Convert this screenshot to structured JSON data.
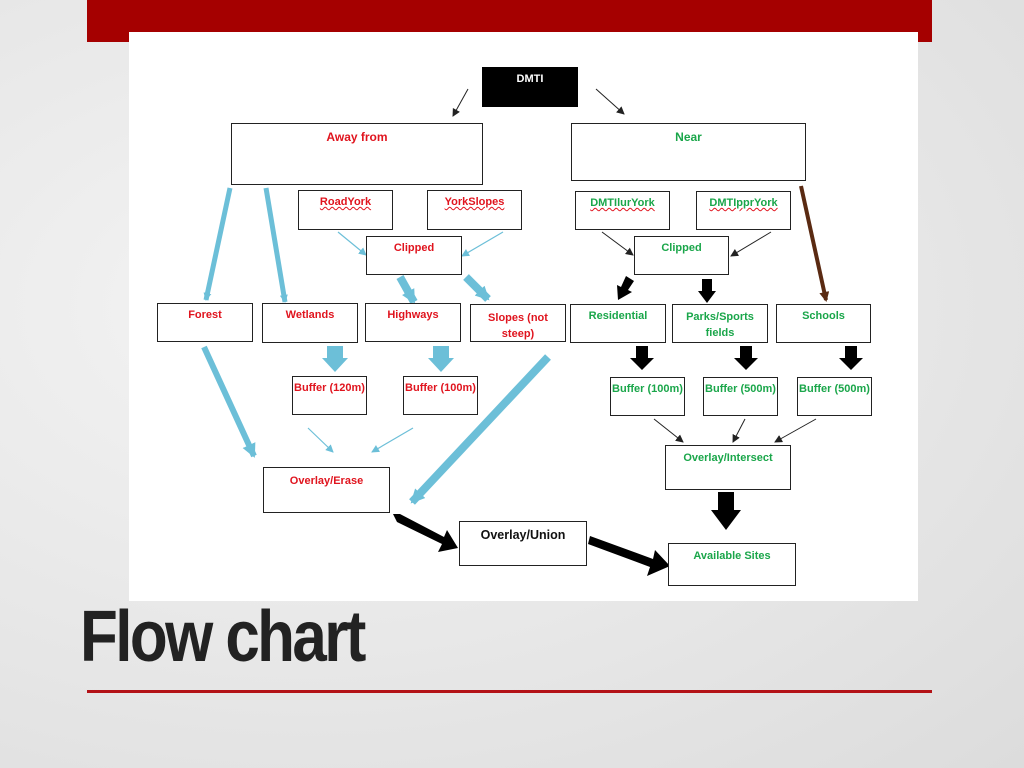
{
  "slide": {
    "title": "Flow chart"
  },
  "nodes": {
    "dmti": "DMTI",
    "away_from": "Away from",
    "near": "Near",
    "roadyork": "RoadYork",
    "yorkslopes": "YorkSlopes",
    "clipped_left": "Clipped",
    "dmtilurYork": "DMTIlurYork",
    "dmtipprYork": "DMTIpprYork",
    "clipped_right": "Clipped",
    "forest": "Forest",
    "wetlands": "Wetlands",
    "highways": "Highways",
    "slopes": "Slopes (not steep)",
    "residential": "Residential",
    "parks": "Parks/Sports fields",
    "schools": "Schools",
    "buffer_120": "Buffer (120m)",
    "buffer_100_left": "Buffer (100m)",
    "buffer_100_right": "Buffer (100m)",
    "buffer_500_parks": "Buffer (500m)",
    "buffer_500_schools": "Buffer (500m)",
    "overlay_erase": "Overlay/Erase",
    "overlay_intersect": "Overlay/Intersect",
    "overlay_union": "Overlay/Union",
    "available_sites": "Available Sites"
  },
  "colors": {
    "accent": "#a50000",
    "rule": "#b31217",
    "red_text": "#e0141e",
    "green_text": "#1aa64a",
    "blue_arrow": "#6cbfd8",
    "brown_arrow": "#5a2a12"
  }
}
